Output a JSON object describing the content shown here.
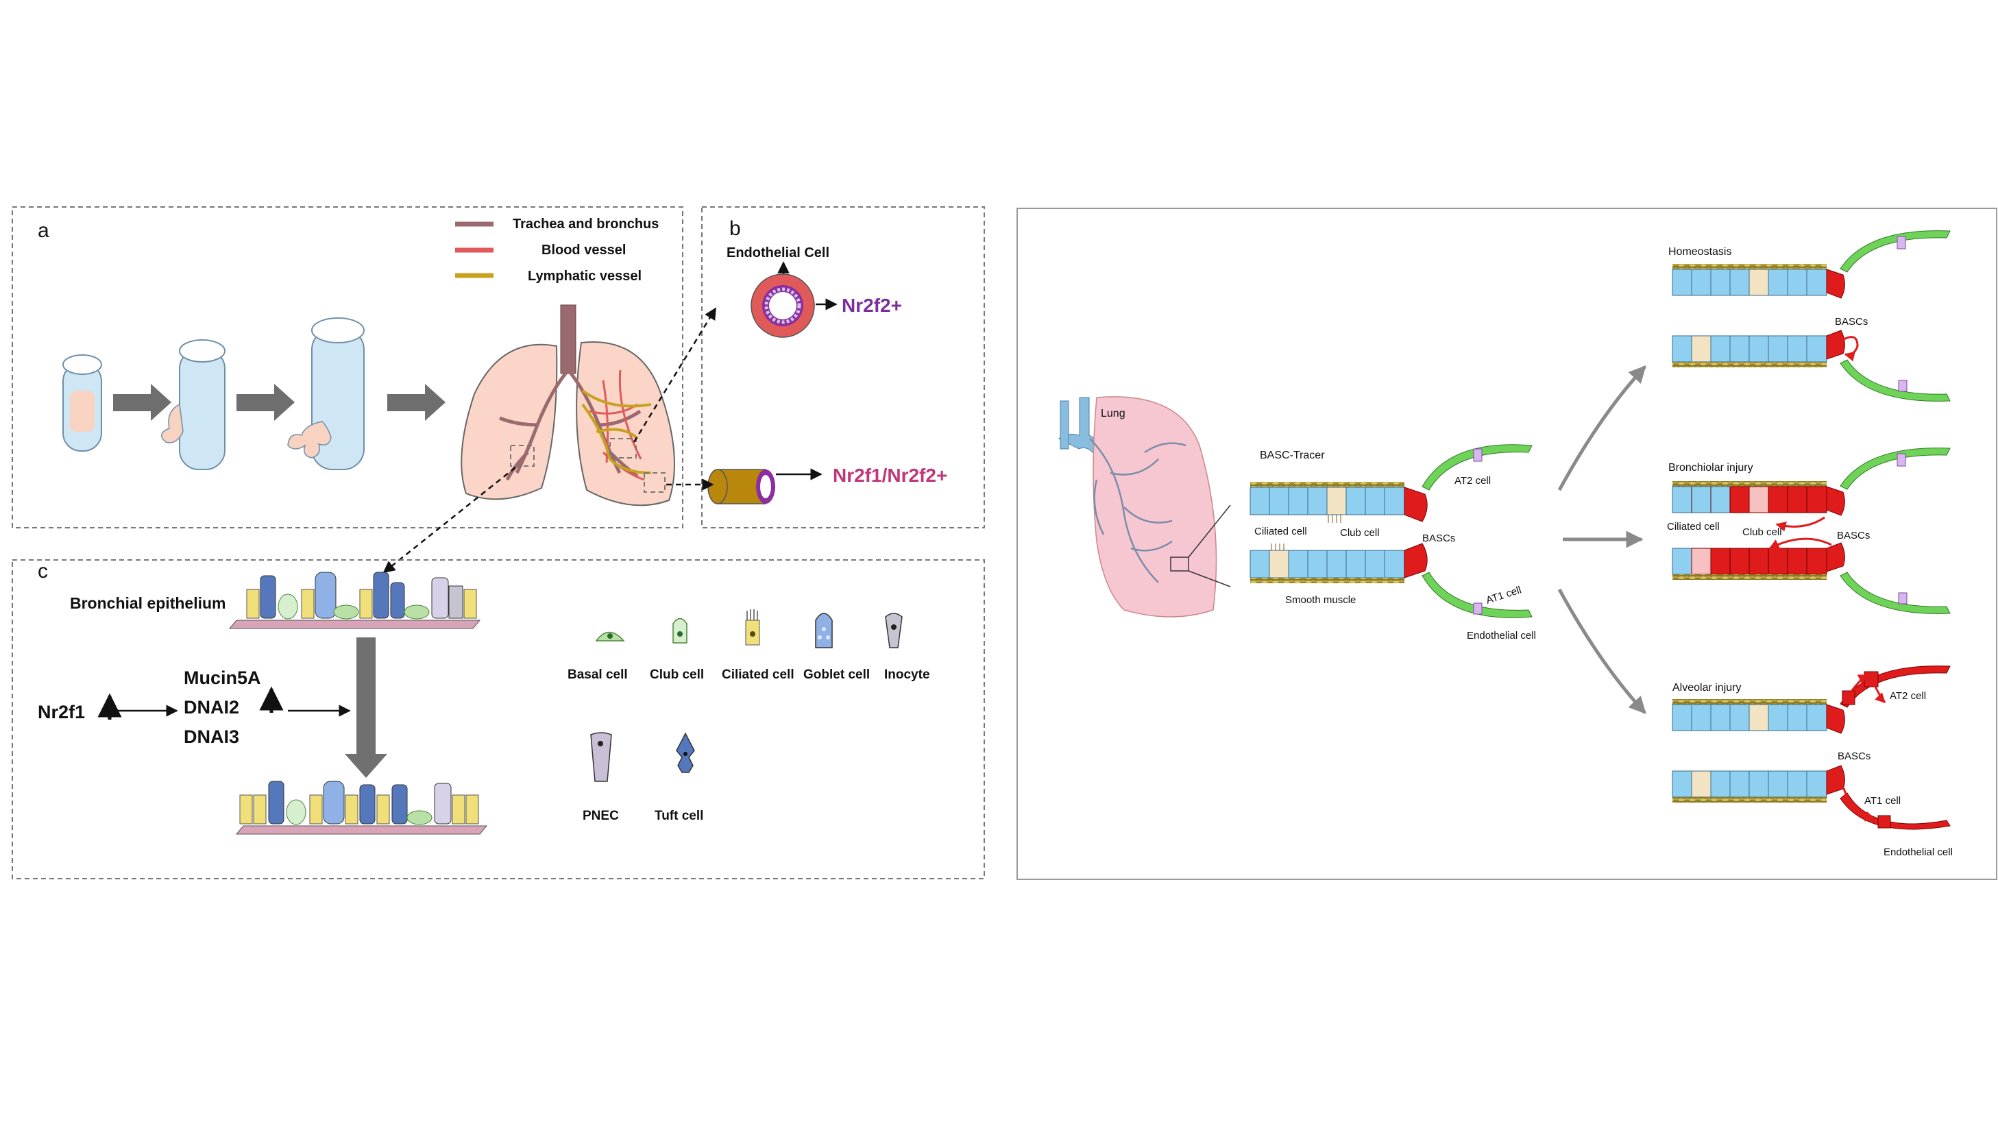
{
  "left": {
    "panel_a": {
      "label": "a",
      "legend": [
        {
          "label": "Trachea and bronchus",
          "color": "#9b6a6e"
        },
        {
          "label": "Blood vessel",
          "color": "#e05a5a"
        },
        {
          "label": "Lymphatic vessel",
          "color": "#c8a21e"
        }
      ]
    },
    "panel_b": {
      "label": "b",
      "endothelial": "Endothelial Cell",
      "marker1": "Nr2f2+",
      "marker2": "Nr2f1/Nr2f2+"
    },
    "panel_c": {
      "label": "c",
      "epithelium": "Bronchial epithelium",
      "gene": "Nr2f1",
      "targets": [
        "Mucin5A",
        "DNAI2",
        "DNAI3"
      ],
      "cell_types": [
        "Basal cell",
        "Club cell",
        "Ciliated cell",
        "Goblet cell",
        "Inocyte",
        "PNEC",
        "Tuft cell"
      ]
    }
  },
  "right": {
    "lung": "Lung",
    "tracer": "BASC-Tracer",
    "labels": {
      "at2": "AT2 cell",
      "ciliated": "Ciliated cell",
      "club": "Club cell",
      "bascs": "BASCs",
      "smooth": "Smooth muscle",
      "at1": "AT1 cell",
      "endothelial": "Endothelial cell"
    },
    "states": [
      "Homeostasis",
      "Bronchiolar injury",
      "Alveolar injury"
    ]
  },
  "colors": {
    "cell_blue": "#8fd0f0",
    "basc_red": "#e01b1b",
    "alveolar_green": "#6fd35a",
    "arrow_gray": "#8a8a8a"
  }
}
